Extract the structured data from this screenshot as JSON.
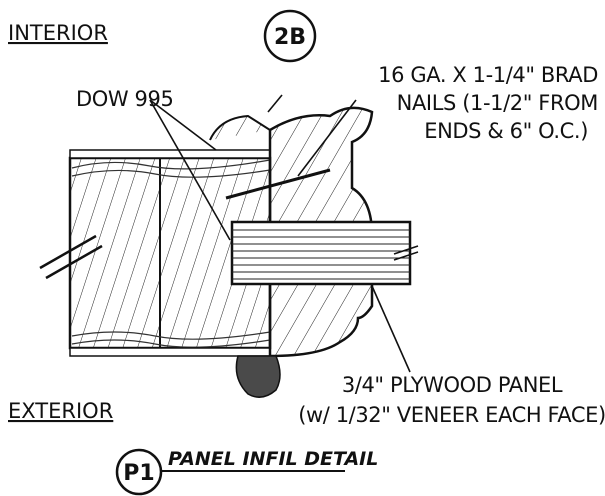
{
  "labels": {
    "interior": "INTERIOR",
    "exterior": "EXTERIOR",
    "section_tag": "2B",
    "sealant": "DOW 995",
    "nails_line1": "16 GA. X 1-1/4\" BRAD",
    "nails_line2": "NAILS (1-1/2\" FROM",
    "nails_line3": "ENDS & 6\" O.C.)",
    "panel_line1": "3/4\" PLYWOOD PANEL",
    "panel_line2": "(w/ 1/32\" VENEER EACH FACE)",
    "detail_tag": "P1",
    "detail_title": "PANEL INFIL DETAIL"
  },
  "colors": {
    "ink": "#111111",
    "background": "#ffffff",
    "sealant_fill": "#4a4a4a"
  }
}
